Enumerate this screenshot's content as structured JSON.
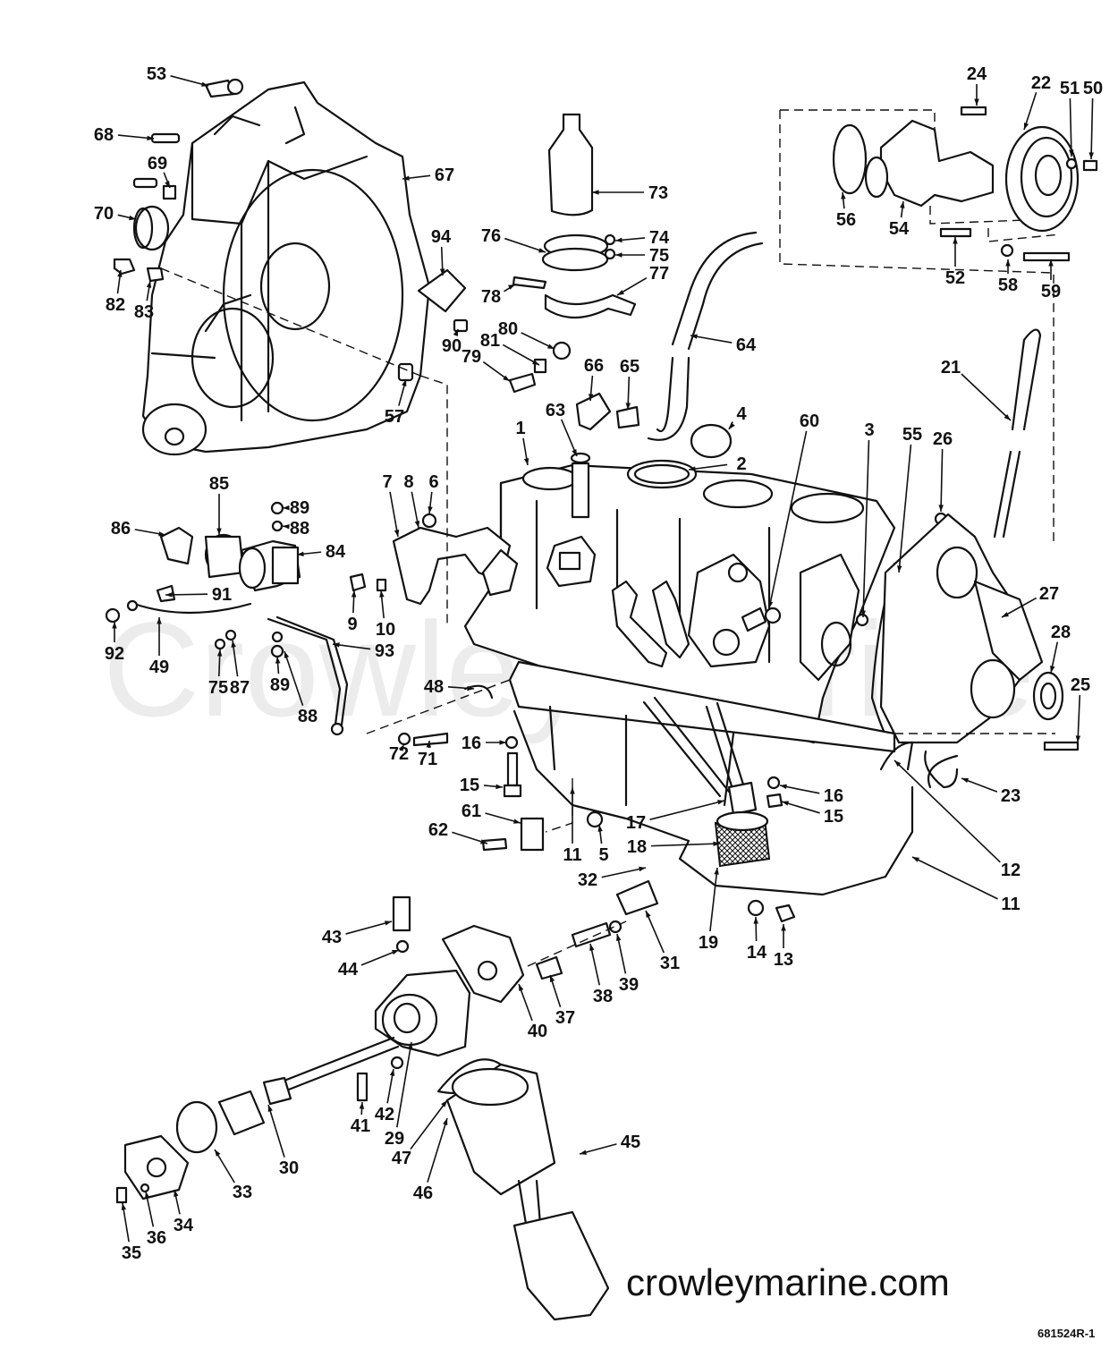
{
  "watermark": "Crowley Marine",
  "site": "crowleymarine.com",
  "drawing_code": "681524R-1",
  "callouts": [
    "53",
    "68",
    "69",
    "70",
    "67",
    "82",
    "83",
    "94",
    "90",
    "57",
    "73",
    "76",
    "74",
    "75",
    "78",
    "77",
    "80",
    "81",
    "79",
    "66",
    "65",
    "64",
    "63",
    "4",
    "1",
    "2",
    "24",
    "22",
    "51",
    "50",
    "56",
    "54",
    "52",
    "58",
    "59",
    "21",
    "60",
    "3",
    "55",
    "26",
    "27",
    "28",
    "25",
    "85",
    "86",
    "89",
    "88",
    "84",
    "91",
    "92",
    "49",
    "75",
    "87",
    "9",
    "10",
    "93",
    "89",
    "88",
    "7",
    "8",
    "6",
    "48",
    "72",
    "71",
    "16",
    "15",
    "61",
    "62",
    "11",
    "5",
    "17",
    "18",
    "16",
    "15",
    "23",
    "12",
    "11",
    "32",
    "31",
    "19",
    "14",
    "13",
    "43",
    "44",
    "40",
    "39",
    "38",
    "37",
    "41",
    "42",
    "29",
    "47",
    "45",
    "46",
    "30",
    "33",
    "34",
    "36",
    "35"
  ]
}
